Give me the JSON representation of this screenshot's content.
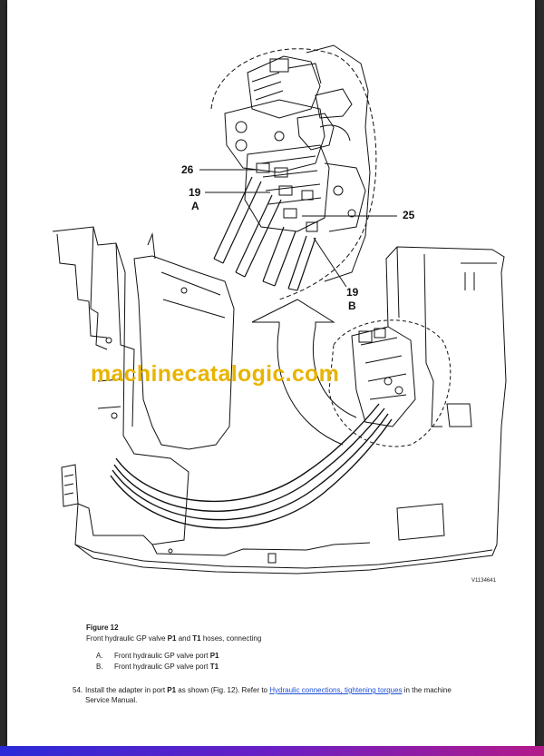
{
  "figure": {
    "callouts": {
      "c26": "26",
      "c19a_num": "19",
      "c19a_letter": "A",
      "c25": "25",
      "c19b_num": "19",
      "c19b_letter": "B"
    },
    "drawing_id": "V1134641",
    "watermark": "machinecatalogic.com"
  },
  "caption": {
    "label": "Figure 12",
    "text_before": "Front hydraulic GP valve ",
    "p1": "P1",
    "text_and": " and ",
    "t1": "T1",
    "text_after": " hoses, connecting"
  },
  "list": [
    {
      "marker": "A.",
      "text": "Front hydraulic GP valve port ",
      "port": "P1"
    },
    {
      "marker": "B.",
      "text": "Front hydraulic GP valve port ",
      "port": "T1"
    }
  ],
  "step": {
    "number": "54.",
    "text_1": "Install the adapter in port ",
    "port": "P1",
    "text_2": " as shown (Fig. 12). Refer to ",
    "link": "Hydraulic connections, tightening torques",
    "text_3": " in the machine",
    "text_4": "Service Manual."
  }
}
